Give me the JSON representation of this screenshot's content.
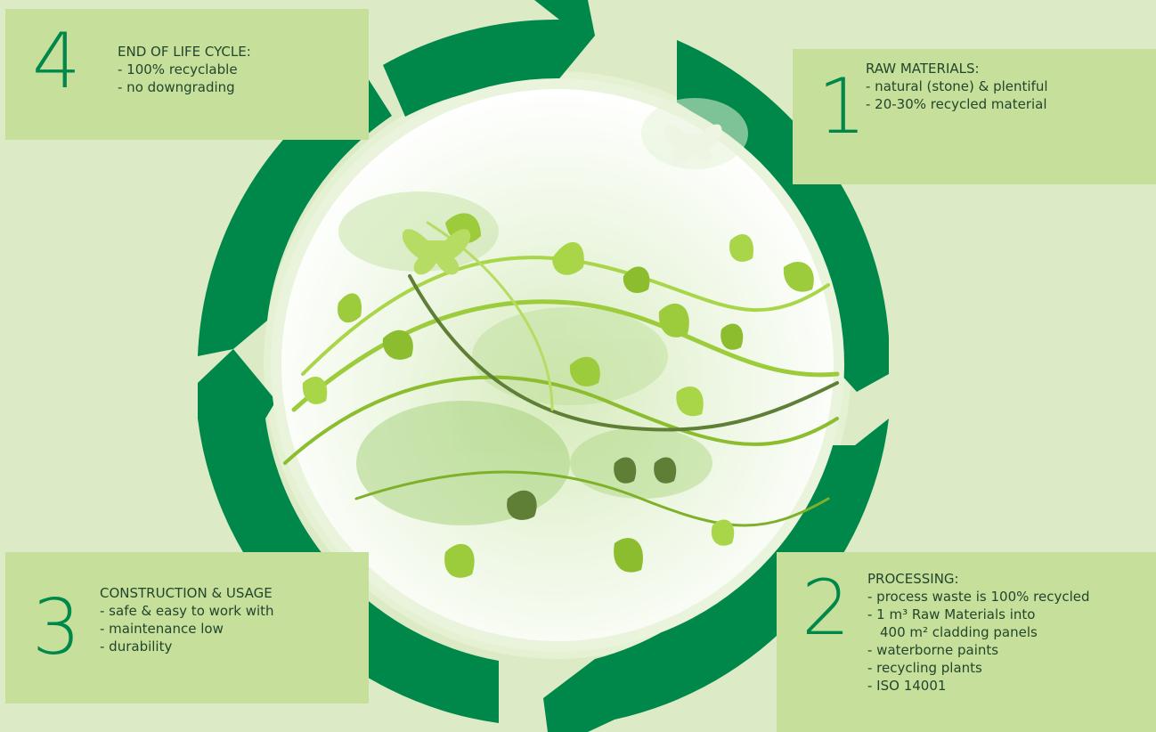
{
  "colors": {
    "background": "#dcebc6",
    "box": "#c6e09c",
    "ring": "#00874a",
    "number": "#00874a",
    "leaf_light": "#9ccc3c",
    "leaf_dark": "#5e7f35"
  },
  "stages": {
    "s1": {
      "number": "1",
      "title": "RAW MATERIALS:",
      "lines": [
        "- natural (stone) & plentiful",
        "- 20-30% recycled material"
      ]
    },
    "s2": {
      "number": "2",
      "title": "PROCESSING:",
      "lines": [
        "- process waste is 100% recycled",
        "- 1 m³ Raw Materials into",
        "400 m² cladding panels",
        "- waterborne paints",
        "- recycling plants",
        "- ISO 14001"
      ]
    },
    "s3": {
      "number": "3",
      "title": "CONSTRUCTION & USAGE",
      "lines": [
        "- safe & easy to work with",
        "- maintenance low",
        "- durability"
      ]
    },
    "s4": {
      "number": "4",
      "title": "END OF LIFE CYCLE:",
      "lines": [
        "- 100% recyclable",
        "- no downgrading"
      ]
    }
  }
}
